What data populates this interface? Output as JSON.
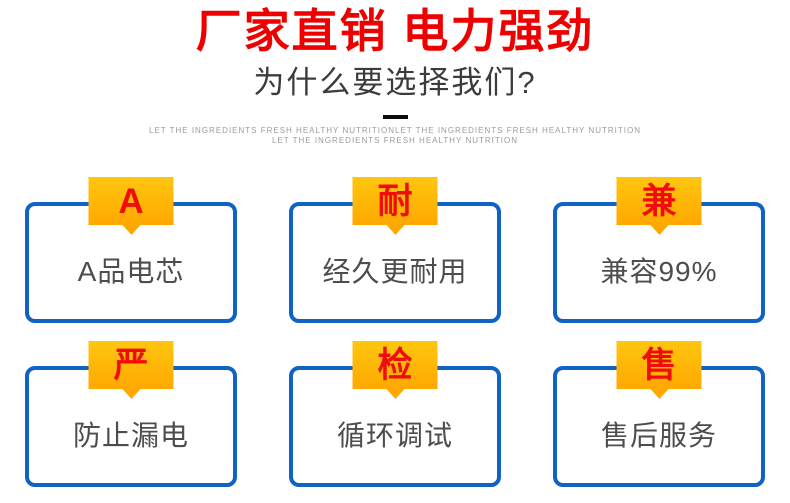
{
  "header": {
    "title": "厂家直销 电力强劲",
    "subtitle": "为什么要选择我们?",
    "caption_line1": "LET THE INGREDIENTS FRESH HEALTHY NUTRITIONLET THE INGREDIENTS FRESH HEALTHY NUTRITION",
    "caption_line2": "LET THE INGREDIENTS FRESH HEALTHY NUTRITION"
  },
  "colors": {
    "title_red": "#ee0000",
    "tab_red": "#f10c0c",
    "tab_yellow_top": "#ffc60f",
    "tab_yellow_bottom": "#ffa800",
    "card_border_blue": "#1062c5",
    "card_text": "#4d4d4d",
    "caption_gray": "#9b9b9b",
    "subtitle_gray": "#3c3c3c"
  },
  "features": [
    {
      "badge": "A",
      "label": "A品电芯"
    },
    {
      "badge": "耐",
      "label": "经久更耐用"
    },
    {
      "badge": "兼",
      "label": "兼容99%"
    },
    {
      "badge": "严",
      "label": "防止漏电"
    },
    {
      "badge": "检",
      "label": "循环调试"
    },
    {
      "badge": "售",
      "label": "售后服务"
    }
  ]
}
